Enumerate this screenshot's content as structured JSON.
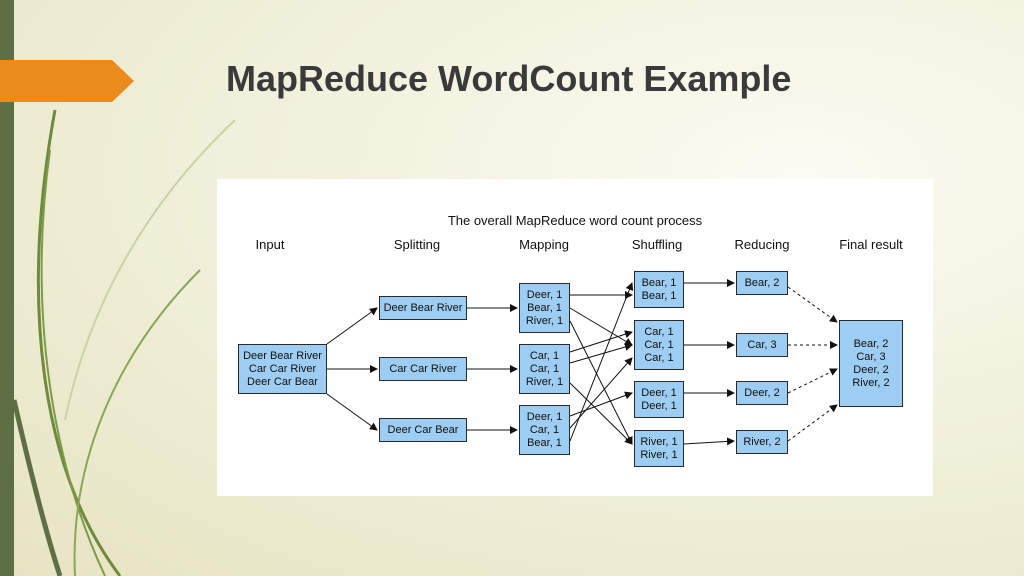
{
  "slide": {
    "title": "MapReduce WordCount Example"
  },
  "diagram": {
    "title": "The overall MapReduce word count process",
    "stages": [
      "Input",
      "Splitting",
      "Mapping",
      "Shuffling",
      "Reducing",
      "Final result"
    ],
    "input": [
      "Deer Bear River",
      "Car Car River",
      "Deer Car Bear"
    ],
    "splits": [
      "Deer Bear River",
      "Car Car River",
      "Deer Car Bear"
    ],
    "mapping": [
      [
        "Deer, 1",
        "Bear, 1",
        "River, 1"
      ],
      [
        "Car, 1",
        "Car, 1",
        "River, 1"
      ],
      [
        "Deer, 1",
        "Car, 1",
        "Bear, 1"
      ]
    ],
    "shuffling": [
      [
        "Bear, 1",
        "Bear, 1"
      ],
      [
        "Car, 1",
        "Car, 1",
        "Car, 1"
      ],
      [
        "Deer, 1",
        "Deer, 1"
      ],
      [
        "River, 1",
        "River, 1"
      ]
    ],
    "reducing": [
      "Bear, 2",
      "Car, 3",
      "Deer, 2",
      "River, 2"
    ],
    "final": [
      "Bear, 2",
      "Car, 3",
      "Deer, 2",
      "River, 2"
    ]
  },
  "colors": {
    "accent": "#ea8b1c",
    "sidebar": "#5e6f45",
    "box_fill": "#9dcdf2"
  }
}
